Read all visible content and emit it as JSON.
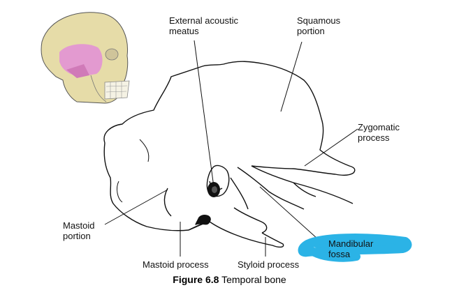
{
  "labels": {
    "external_acoustic_meatus": {
      "line1": "External acoustic",
      "line2": "meatus"
    },
    "squamous_portion": {
      "line1": "Squamous",
      "line2": "portion"
    },
    "zygomatic_process": {
      "line1": "Zygomatic",
      "line2": "process"
    },
    "mastoid_portion": {
      "line1": "Mastoid",
      "line2": "portion"
    },
    "mandibular_fossa": {
      "line1": "Mandibular",
      "line2": "fossa"
    },
    "mastoid_process": "Mastoid process",
    "styloid_process": "Styloid process"
  },
  "caption": {
    "figure_number": "Figure 6.8",
    "title": "Temporal bone"
  },
  "colors": {
    "highlight_marker": "#2bb3e6",
    "skull_bone": "#e6dca8",
    "temporal_highlight": "#e39ad0",
    "outline": "#111111"
  },
  "icons": {
    "skull": "skull-icon"
  }
}
